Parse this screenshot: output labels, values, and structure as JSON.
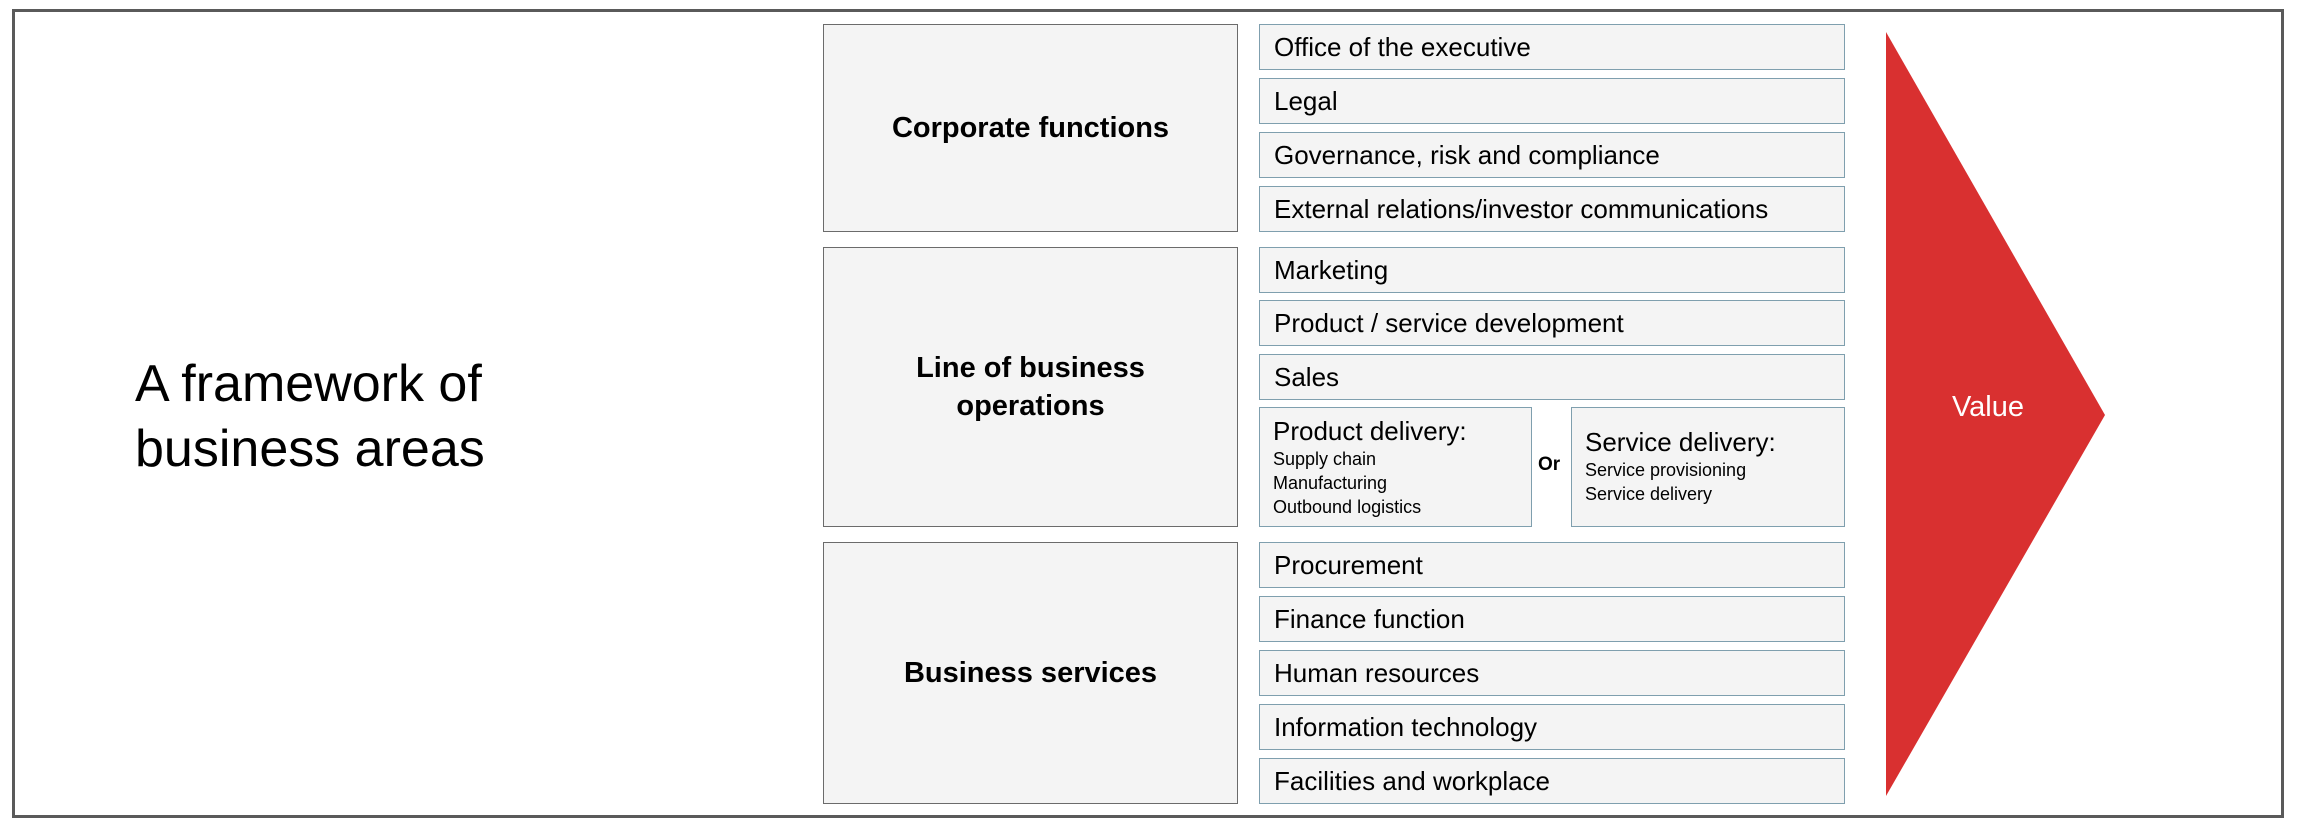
{
  "title_lines": [
    "A framework of",
    "business areas"
  ],
  "groups": [
    {
      "label_lines": [
        "Corporate functions"
      ]
    },
    {
      "label_lines": [
        "Line of business",
        "operations"
      ]
    },
    {
      "label_lines": [
        "Business services"
      ]
    }
  ],
  "corporate_items": [
    "Office of the executive",
    "Legal",
    "Governance, risk and compliance",
    "External relations/investor communications"
  ],
  "operations_items": [
    "Marketing",
    "Product / service development",
    "Sales"
  ],
  "product_delivery": {
    "heading": "Product delivery:",
    "lines": [
      "Supply chain",
      "Manufacturing",
      "Outbound logistics"
    ]
  },
  "or_label": "Or",
  "service_delivery": {
    "heading": "Service delivery:",
    "lines": [
      "Service provisioning",
      "Service delivery"
    ]
  },
  "services_items": [
    "Procurement",
    "Finance function",
    "Human resources",
    "Information technology",
    "Facilities and workplace"
  ],
  "value_label": "Value",
  "colors": {
    "arrow": "#d93030",
    "box_fill": "#f4f4f4",
    "item_border": "#7f9fae",
    "group_border": "#6b6b6b",
    "frame_border": "#5a5a5a"
  }
}
